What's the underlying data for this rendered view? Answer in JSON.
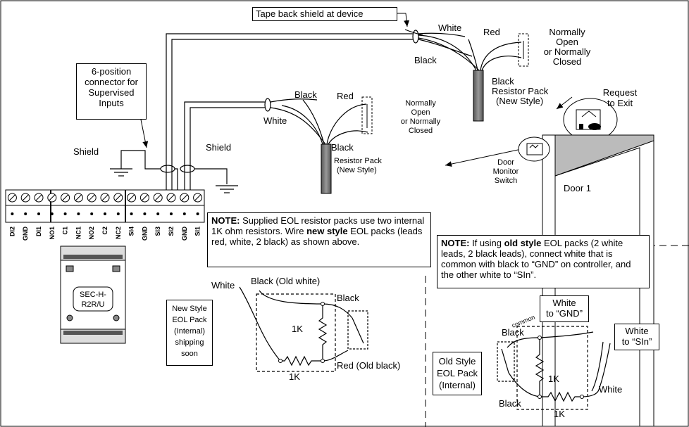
{
  "callouts": {
    "tape_back": "Tape back shield at device",
    "connector": [
      "6-position",
      "connector for",
      "Supervised",
      "Inputs"
    ]
  },
  "labels": {
    "shield_left": "Shield",
    "shield_mid": "Shield",
    "white_top": "White",
    "red_top": "Red",
    "black_top": "Black",
    "black_rp_top": "Black",
    "resistor_pack_top": [
      "Resistor Pack",
      "(New Style)"
    ],
    "no_nc_top": [
      "Normally",
      "Open",
      "or Normally",
      "Closed"
    ],
    "request_to_exit": [
      "Request",
      "to Exit"
    ],
    "black_mid": "Black",
    "red_mid": "Red",
    "white_mid": "White",
    "black_rp_mid": "Black",
    "resistor_pack_mid": [
      "Resistor Pack",
      "(New Style)"
    ],
    "no_nc_mid": [
      "Normally",
      "Open",
      "or Normally",
      "Closed"
    ],
    "door_monitor": [
      "Door",
      "Monitor",
      "Switch"
    ],
    "door": "Door 1"
  },
  "terminals": [
    "DI2",
    "GND",
    "DI1",
    "NO1",
    "C1",
    "NC1",
    "NO2",
    "C2",
    "NC2",
    "SI4",
    "GND",
    "SI3",
    "SI2",
    "GND",
    "SI1"
  ],
  "device": [
    "SEC-H-",
    "R2R/U"
  ],
  "note_new": {
    "prefix": "NOTE:",
    "t1": " Supplied EOL resistor packs use two internal 1K ohm resistors. Wire ",
    "b1": "new style",
    "t2": " EOL packs (leads red, white, 2 black) as shown above."
  },
  "note_old": {
    "prefix": "NOTE:",
    "t1": " If using ",
    "b1": "old style",
    "t2": " EOL packs (2 white leads, 2 black leads), connect white that is common with black to “GND” on controller, and the other white to “SIn”."
  },
  "new_style_box": [
    "New Style",
    "EOL Pack",
    "(Internal)",
    "shipping",
    "soon"
  ],
  "new_style_labels": {
    "white": "White",
    "black_old_white": "Black (Old white)",
    "black": "Black",
    "r1": "1K",
    "r2": "1K",
    "red_old_black": "Red (Old black)"
  },
  "old_style_box": [
    "Old Style",
    "EOL Pack",
    "(Internal)"
  ],
  "old_style_labels": {
    "common": "common",
    "black_top": "Black",
    "white_gnd": [
      "White",
      "to “GND”"
    ],
    "white_sin": [
      "White",
      "to “SIn”"
    ],
    "r1": "1K",
    "r2": "1K",
    "black_bottom": "Black",
    "white": "White"
  }
}
